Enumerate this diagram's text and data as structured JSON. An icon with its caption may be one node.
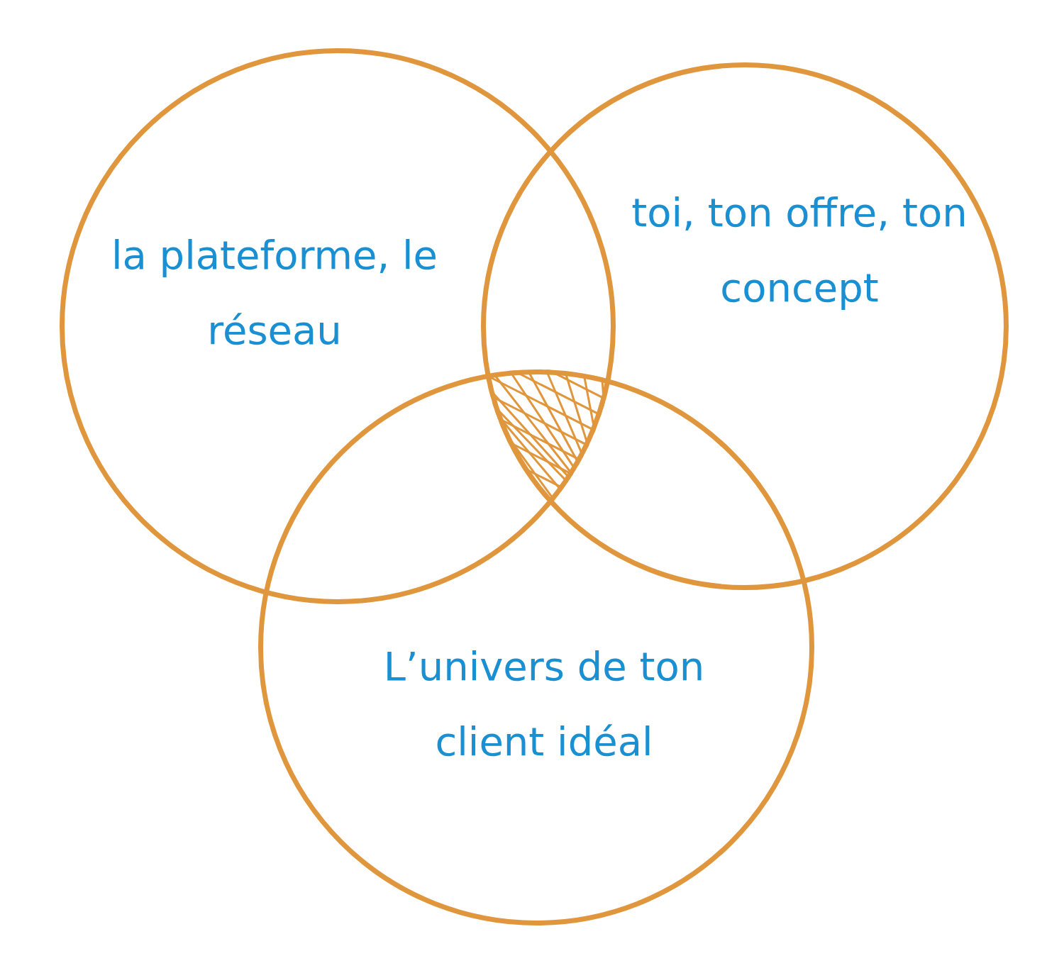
{
  "diagram": {
    "nodes": [
      {
        "text": [
          "la plateforme, le réseau"
        ]
      },
      {
        "text": [
          "toi, ton offre, ton concept"
        ]
      },
      {
        "text": [
          "L’univers de ton client idéal"
        ]
      }
    ]
  }
}
